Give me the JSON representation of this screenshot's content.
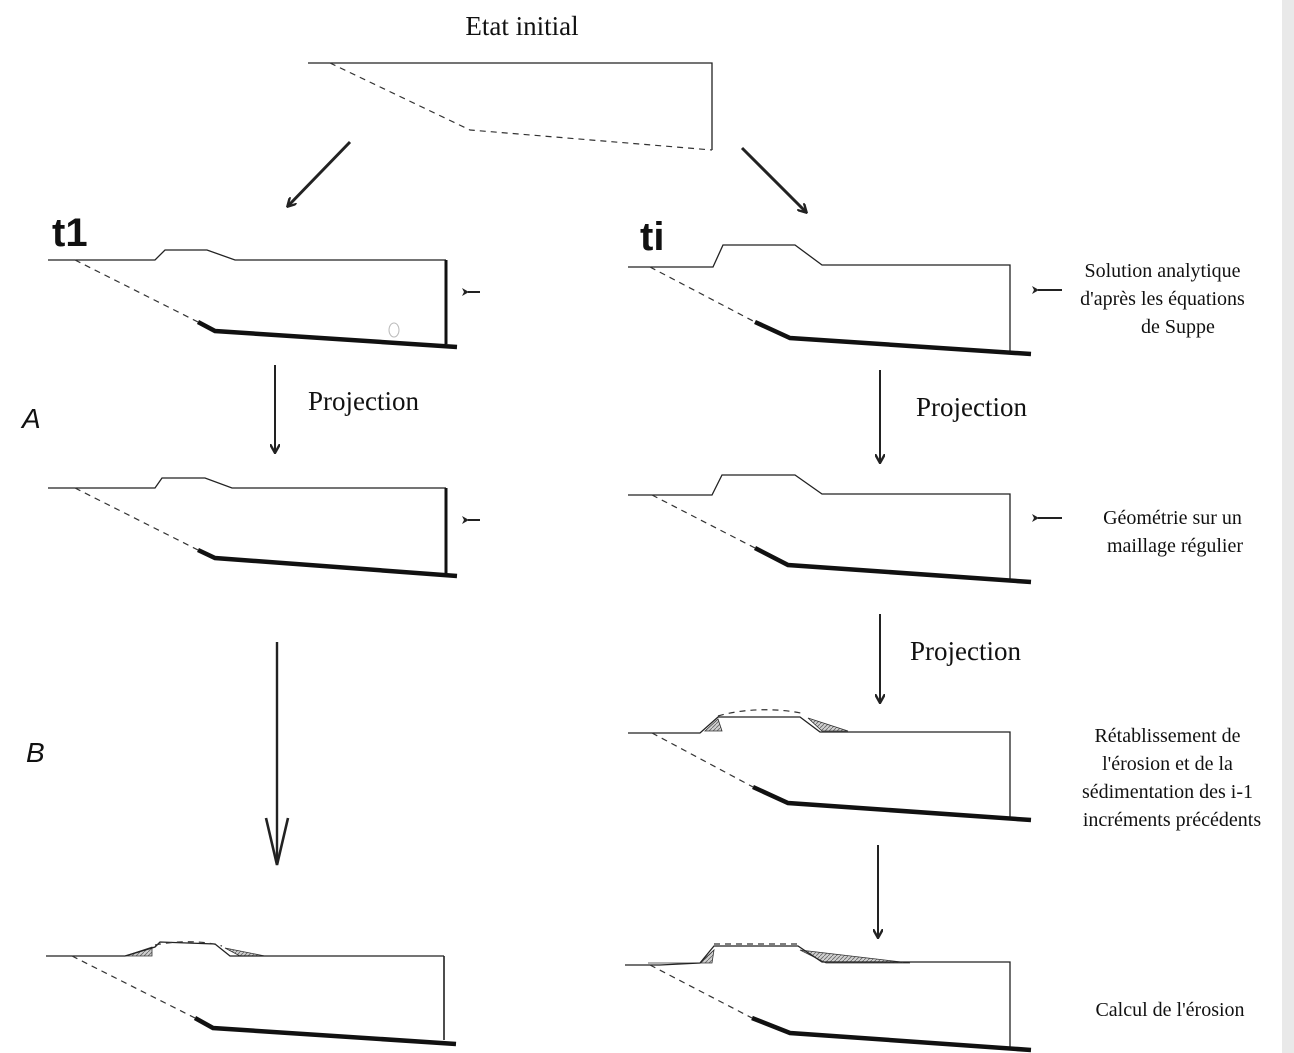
{
  "labels": {
    "initial_state": "Etat initial",
    "col_left": "t1",
    "col_right": "ti",
    "row_a": "A",
    "row_b": "B",
    "projection": "Projection"
  },
  "annotations": {
    "analytic": [
      "Solution analytique",
      "d'après les équations",
      "de Suppe"
    ],
    "geometry": [
      "Géométrie sur un",
      "maillage régulier"
    ],
    "restore": [
      "Rétablissement de",
      "l'érosion et de la",
      "sédimentation des i-1",
      "incréments précédents"
    ],
    "erosion": [
      "Calcul de l'érosion"
    ]
  }
}
